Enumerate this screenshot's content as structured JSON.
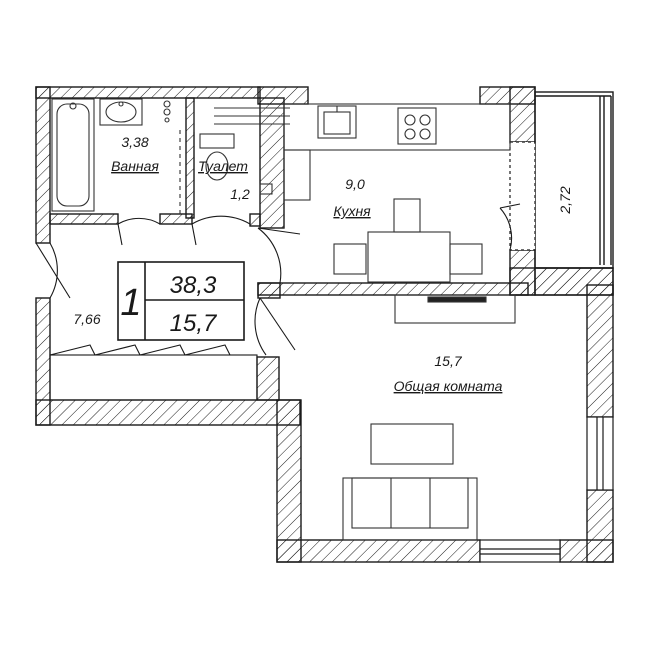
{
  "summary": {
    "rooms_count": "1",
    "total_area": "38,3",
    "living_area": "15,7"
  },
  "rooms": {
    "bathroom": {
      "area": "3,38",
      "name": "Ванная"
    },
    "toilet": {
      "area": "1,2",
      "name": "Туалет"
    },
    "kitchen": {
      "area": "9,0",
      "name": "Кухня"
    },
    "balcony": {
      "area": "2,72"
    },
    "hall": {
      "area": "7,66"
    },
    "living_room": {
      "area": "15,7",
      "name": "Общая комната"
    }
  },
  "colors": {
    "line": "#1a1a1a",
    "hatch": "#1a1a1a",
    "furniture": "#333333",
    "fill_dark": "#222222"
  }
}
